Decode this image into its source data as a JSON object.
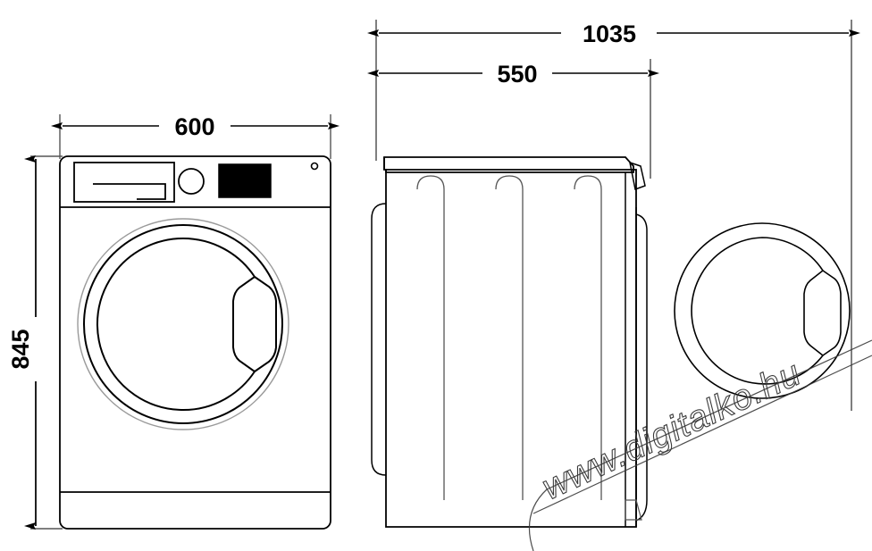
{
  "drawing": {
    "title": "Washing machine dimension drawing",
    "line_color": "#000000",
    "background_color": "#ffffff",
    "units": "mm"
  },
  "dimensions": {
    "width": {
      "label": "600",
      "view": "front",
      "orientation": "horizontal"
    },
    "height": {
      "label": "845",
      "view": "front",
      "orientation": "vertical"
    },
    "depth": {
      "label": "550",
      "view": "side",
      "orientation": "horizontal"
    },
    "depth_door_open": {
      "label": "1035",
      "view": "side",
      "orientation": "horizontal"
    }
  },
  "views": {
    "front": {
      "name": "front-view",
      "parts": [
        {
          "name": "cabinet-body"
        },
        {
          "name": "control-panel"
        },
        {
          "name": "detergent-drawer"
        },
        {
          "name": "program-knob"
        },
        {
          "name": "display-screen"
        },
        {
          "name": "indicator-led"
        },
        {
          "name": "door-outer-ring"
        },
        {
          "name": "door-inner-ring"
        },
        {
          "name": "door-glass"
        },
        {
          "name": "door-handle"
        },
        {
          "name": "base-plinth"
        }
      ]
    },
    "side": {
      "name": "side-view",
      "parts": [
        {
          "name": "cabinet-side-body"
        },
        {
          "name": "worktop-lid"
        },
        {
          "name": "side-access-panel"
        },
        {
          "name": "rib-line-1"
        },
        {
          "name": "rib-line-2"
        },
        {
          "name": "rib-line-3"
        },
        {
          "name": "door-hinge-tab"
        },
        {
          "name": "open-door-outer"
        },
        {
          "name": "open-door-inner"
        },
        {
          "name": "open-door-handle"
        }
      ]
    }
  },
  "watermark": {
    "text": "www.digitalko.hu",
    "color": "#3a3a3a",
    "rotation_deg": -25
  }
}
